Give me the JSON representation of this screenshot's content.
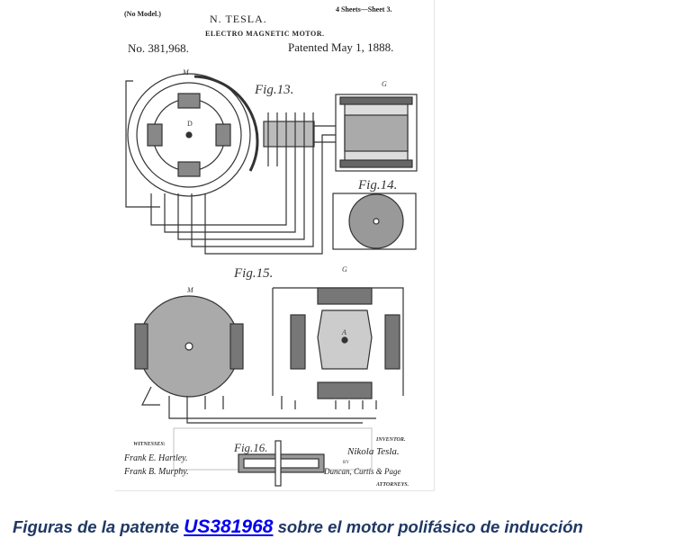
{
  "patent": {
    "no_model": "(No Model.)",
    "sheets": "4 Sheets—Sheet 3.",
    "inventor_name": "N. TESLA.",
    "title": "ELECTRO MAGNETIC MOTOR.",
    "number": "No. 381,968.",
    "patented": "Patented May 1, 1888.",
    "figures": {
      "fig13": "Fig.13.",
      "fig14": "Fig.14.",
      "fig15": "Fig.15.",
      "fig16": "Fig.16."
    },
    "labels": {
      "M": "M",
      "G": "G",
      "D": "D",
      "A": "A"
    },
    "witnesses_label": "WITNESSES:",
    "witness_1": "Frank E. Hartley.",
    "witness_2": "Frank B. Murphy.",
    "inventor_label": "INVENTOR.",
    "inventor_signature": "Nikola Tesla.",
    "by": "BY",
    "attorneys_signature": "Duncan, Curtis & Page",
    "attorneys_label": "ATTORNEYS."
  },
  "caption": {
    "before": "Figuras de la patente ",
    "link": "US381968",
    "after": " sobre el motor polifásico de inducción",
    "text_color": "#1f3864",
    "link_color": "#0000ee"
  }
}
